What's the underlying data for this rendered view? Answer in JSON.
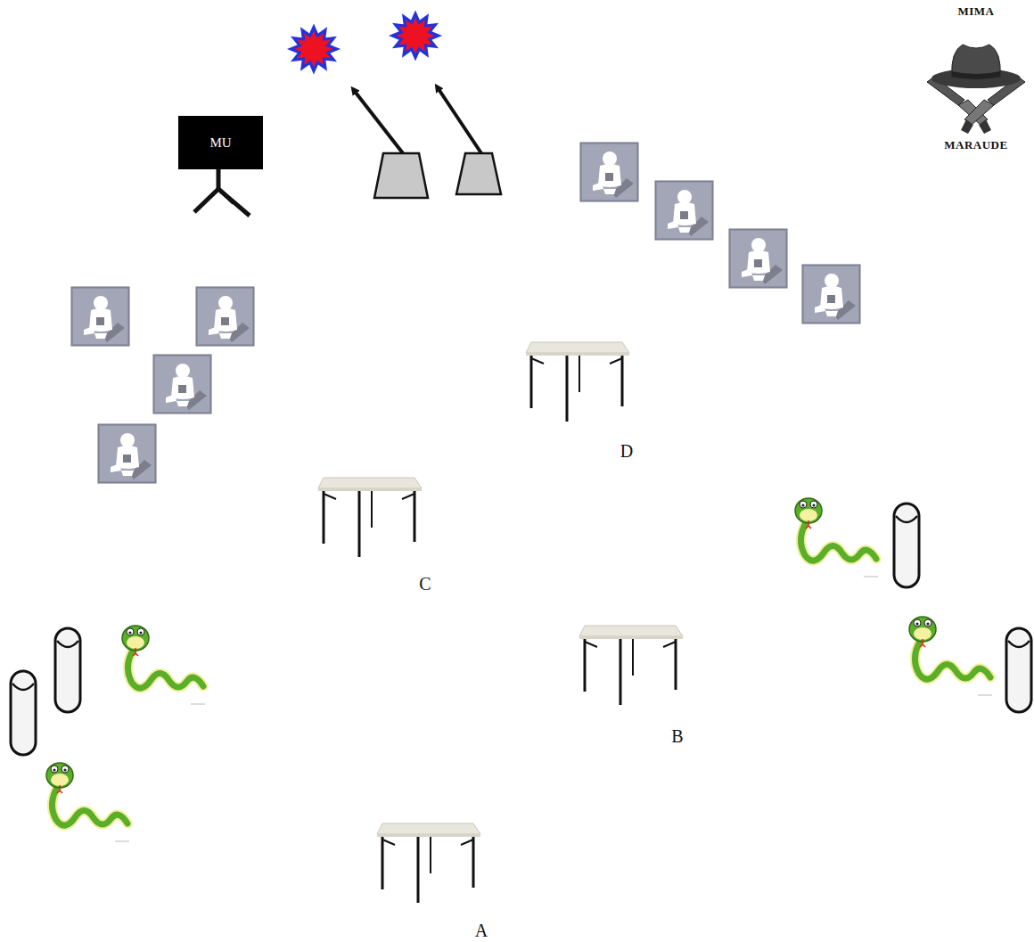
{
  "diagram": {
    "nodes": [
      {
        "text": [
          "MU"
        ]
      }
    ],
    "labels": [
      "MIMA",
      "MARAUDE",
      "D",
      "C",
      "B",
      "A"
    ]
  }
}
